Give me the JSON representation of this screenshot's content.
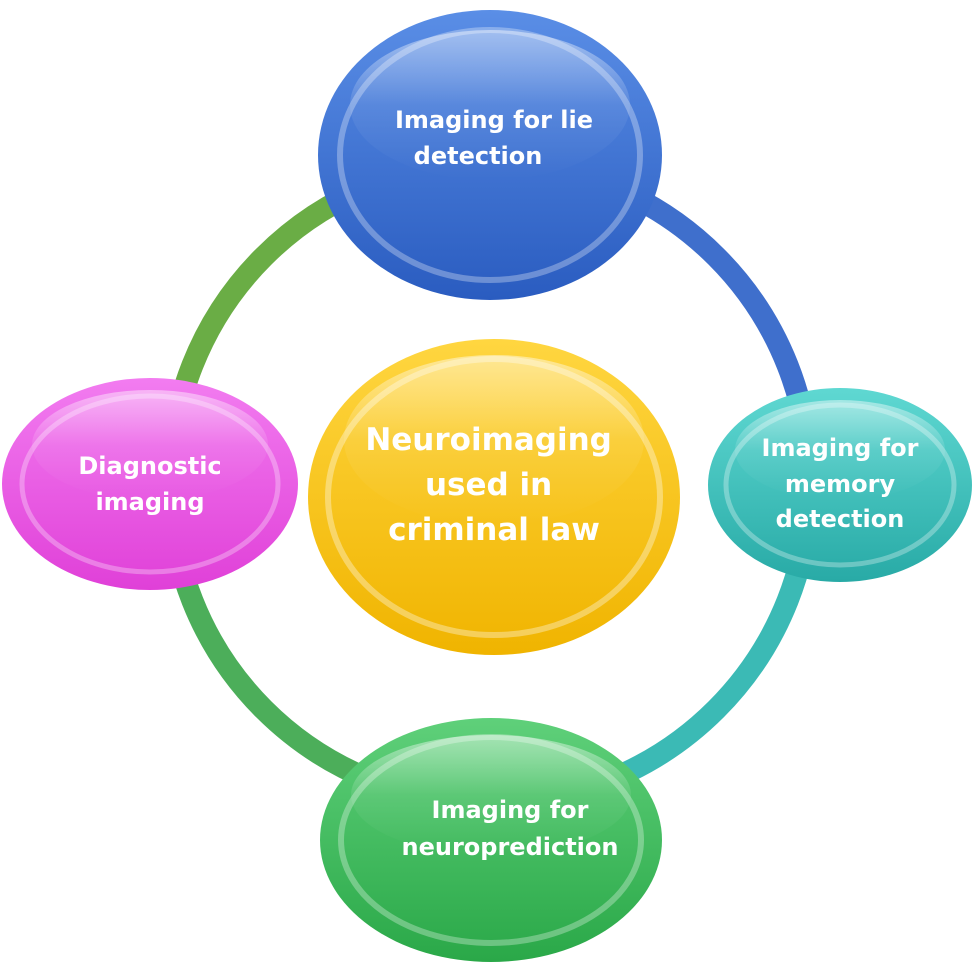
{
  "center": {
    "lines": [
      "Neuroimaging",
      "used in",
      "criminal law"
    ],
    "color": "#f5c000"
  },
  "nodes": [
    {
      "id": "lie",
      "lines": [
        "Imaging for lie",
        "detection"
      ],
      "color": "#3a6fd0"
    },
    {
      "id": "memory",
      "lines": [
        "Imaging for",
        "memory",
        "detection"
      ],
      "color": "#35c3bd"
    },
    {
      "id": "neuro",
      "lines": [
        "Imaging for",
        "neuroprediction"
      ],
      "color": "#3dbb5a"
    },
    {
      "id": "diagnostic",
      "lines": [
        "Diagnostic",
        "imaging"
      ],
      "color": "#ee55e6"
    }
  ],
  "ring_colors": {
    "top_left": "#6aad45",
    "top_right": "#3f6fcc",
    "bottom_right": "#3bbab5",
    "bottom_left": "#4cae5a"
  }
}
